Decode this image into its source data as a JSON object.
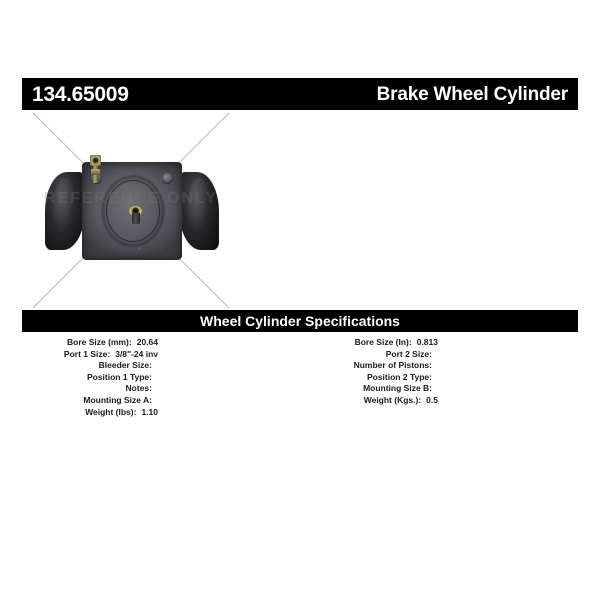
{
  "header": {
    "part_number": "134.65009",
    "product_title": "Brake Wheel Cylinder"
  },
  "product_image": {
    "watermark": "REFERENCE ONLY",
    "alt_name": "brake-wheel-cylinder-photo"
  },
  "specifications": {
    "section_title": "Wheel Cylinder Specifications",
    "left_column": [
      {
        "label": "Bore Size (mm):",
        "value": "20.64"
      },
      {
        "label": "Port 1 Size:",
        "value": "3/8\"-24 inv"
      },
      {
        "label": "Bleeder Size:",
        "value": ""
      },
      {
        "label": "Position 1 Type:",
        "value": ""
      },
      {
        "label": "Notes:",
        "value": ""
      },
      {
        "label": "Mounting Size A:",
        "value": ""
      },
      {
        "label": "Weight (lbs):",
        "value": "1.10"
      }
    ],
    "right_column": [
      {
        "label": "Bore Size (In):",
        "value": "0.813"
      },
      {
        "label": "Port 2 Size:",
        "value": ""
      },
      {
        "label": "Number of Pistons:",
        "value": ""
      },
      {
        "label": "Position 2 Type:",
        "value": ""
      },
      {
        "label": "Mounting Size B:",
        "value": ""
      },
      {
        "label": "Weight (Kgs.):",
        "value": "0.5"
      }
    ]
  },
  "colors": {
    "bar_background": "#000000",
    "bar_text": "#ffffff",
    "page_background": "#ffffff",
    "guide_line": "#b8b8b8",
    "spec_text": "#1a1a1a"
  }
}
